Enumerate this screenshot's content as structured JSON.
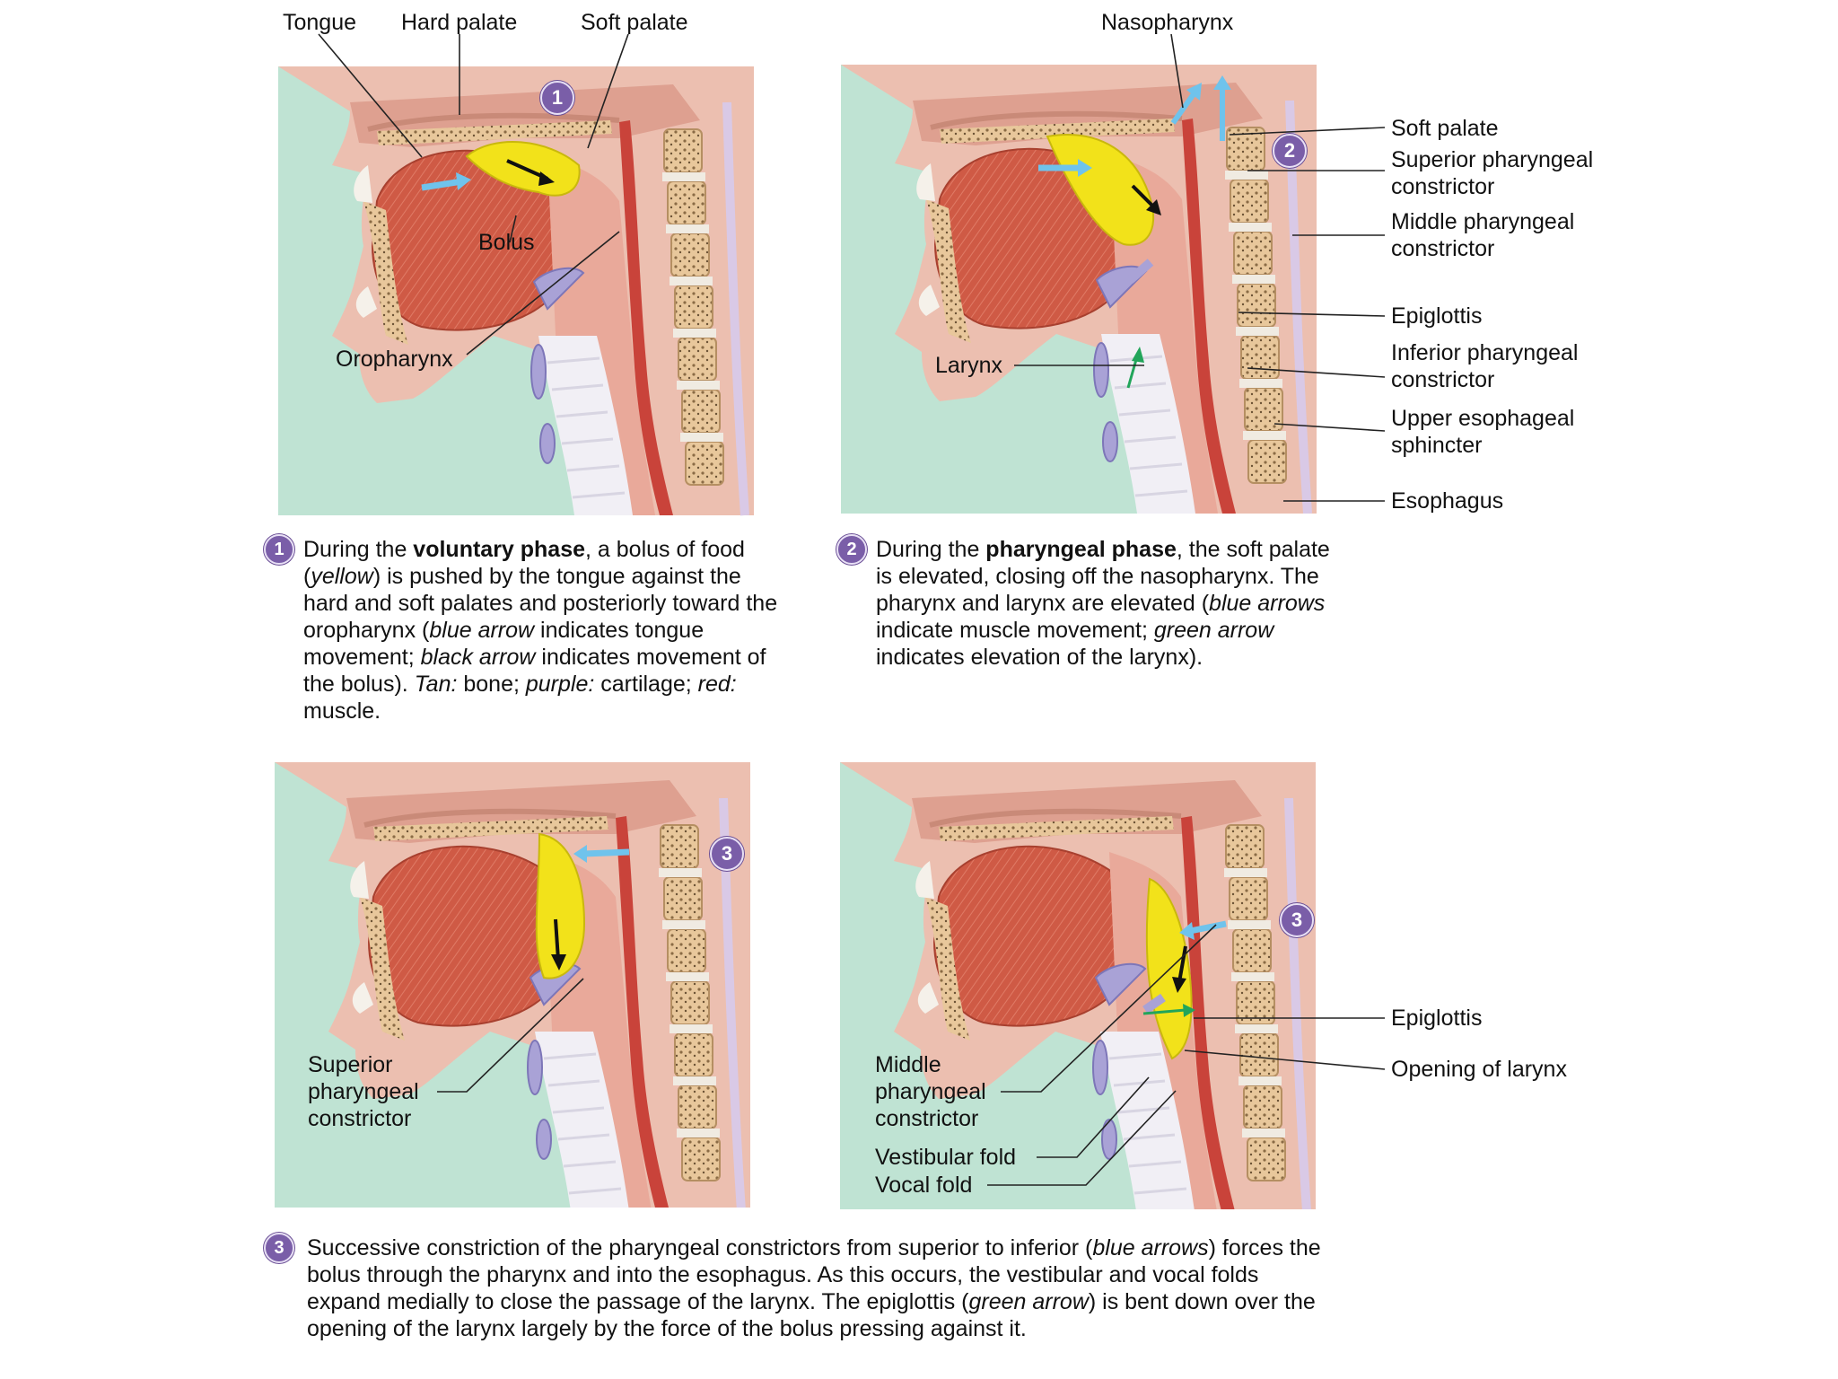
{
  "colors": {
    "background_panel": "#bfe3d3",
    "soft_tissue": "#ecbfb0",
    "muscle": "#cf5a45",
    "bone": "#e8c79b",
    "cartilage": "#a9a2d6",
    "bolus": "#f2e21a",
    "blue_arrow": "#6fc3ec",
    "black_arrow": "#111111",
    "green_arrow": "#22a55a",
    "badge": "#7a5ea8"
  },
  "panel1": {
    "badge": "1",
    "labels": {
      "tongue": "Tongue",
      "hard_palate": "Hard palate",
      "soft_palate": "Soft palate",
      "bolus": "Bolus",
      "oropharynx": "Oropharynx"
    }
  },
  "panel2": {
    "badge": "2",
    "labels": {
      "nasopharynx": "Nasopharynx",
      "soft_palate": "Soft palate",
      "superior_pharyngeal_constrictor": "Superior pharyngeal\nconstrictor",
      "middle_pharyngeal_constrictor": "Middle pharyngeal\nconstrictor",
      "epiglottis": "Epiglottis",
      "inferior_pharyngeal_constrictor": "Inferior pharyngeal\nconstrictor",
      "upper_esophageal_sphincter": "Upper esophageal\nsphincter",
      "esophagus": "Esophagus",
      "larynx": "Larynx"
    }
  },
  "panel3": {
    "badge": "3",
    "labels": {
      "superior_pharyngeal_constrictor": "Superior\npharyngeal\nconstrictor"
    }
  },
  "panel4": {
    "badge": "3",
    "labels": {
      "middle_pharyngeal_constrictor": "Middle\npharyngeal\nconstrictor",
      "vestibular_fold": "Vestibular fold",
      "vocal_fold": "Vocal fold",
      "epiglottis": "Epiglottis",
      "opening_of_larynx": "Opening of larynx"
    }
  },
  "captions": {
    "c1": {
      "badge": "1",
      "t1": "During the ",
      "b1": "voluntary phase",
      "t2": ", a bolus of food (",
      "i1": "yellow",
      "t3": ") is pushed by the tongue against the hard and soft palates and posteriorly toward the oropharynx (",
      "i2": "blue arrow",
      "t4": " indicates tongue movement; ",
      "i3": "black arrow",
      "t5": " indicates movement of the bolus). ",
      "i4": "Tan:",
      "t6": " bone; ",
      "i5": "purple:",
      "t7": " cartilage; ",
      "i6": "red:",
      "t8": " muscle."
    },
    "c2": {
      "badge": "2",
      "t1": "During the ",
      "b1": "pharyngeal phase",
      "t2": ", the soft palate is elevated, closing off the nasopharynx. The pharynx and larynx are elevated (",
      "i1": "blue arrows",
      "t3": " indicate muscle movement; ",
      "i2": "green arrow",
      "t4": " indicates elevation of the larynx)."
    },
    "c3": {
      "badge": "3",
      "t1": "Successive constriction of the pharyngeal constrictors from superior to inferior (",
      "i1": "blue arrows",
      "t2": ") forces the bolus through the pharynx and into the esophagus. As this occurs, the vestibular and vocal folds expand medially to close the passage of the larynx. The epiglottis (",
      "i2": "green arrow",
      "t3": ") is bent down over the opening of the larynx largely by the force of the bolus pressing against it."
    }
  }
}
